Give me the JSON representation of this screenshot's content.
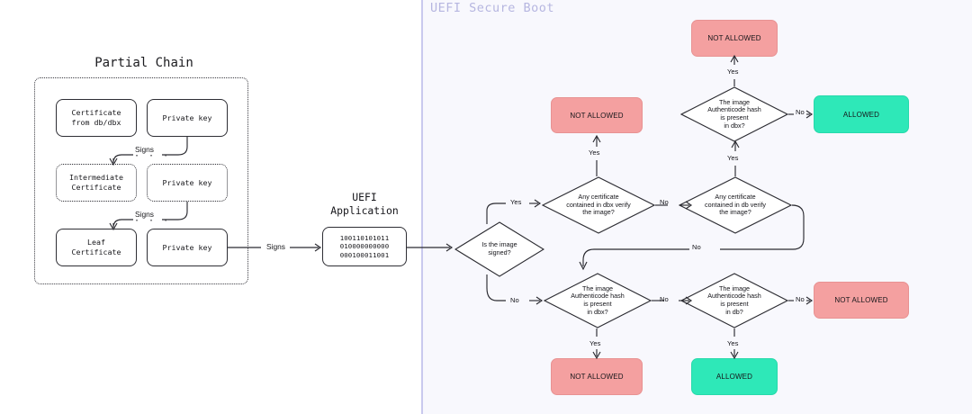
{
  "left_panel": {
    "title": "Partial Chain",
    "rows": [
      {
        "certificate": "Certificate\nfrom db/dbx",
        "private_key": "Private key",
        "style": "solid"
      },
      {
        "certificate": "Intermediate\nCertificate",
        "private_key": "Private key",
        "style": "dotted"
      },
      {
        "certificate": "Leaf\nCertificate",
        "private_key": "Private key",
        "style": "solid"
      }
    ],
    "signs_labels": [
      "Signs",
      "Signs"
    ],
    "ellipsis": "· · ·"
  },
  "uefi_application": {
    "title": "UEFI\nApplication",
    "binary": "100110101011\n010000000000\n000100011001",
    "signs_label": "Signs"
  },
  "right_panel": {
    "title": "UEFI Secure Boot"
  },
  "flow": {
    "decisions": {
      "signed": "Is the image\nsigned?",
      "dbx_cert": "Any certificate\ncontained in dbx  verify\nthe image?",
      "db_cert": "Any certificate\ncontained in db  verify\nthe image?",
      "hash_dbx_top": "The image\nAuthenticode hash\nis present\nin dbx?",
      "hash_dbx_bottom": "The image\nAuthenticode hash\nis present\nin dbx?",
      "hash_db_bottom": "The image\nAuthenticode hash\nis present\nin db?"
    },
    "terminals": {
      "not_allowed_dbx_cert": "NOT ALLOWED",
      "not_allowed_hash_top": "NOT ALLOWED",
      "allowed_top": "ALLOWED",
      "not_allowed_bottom_left": "NOT ALLOWED",
      "allowed_bottom": "ALLOWED",
      "not_allowed_bottom_right": "NOT ALLOWED"
    },
    "edge_labels": {
      "signed_yes": "Yes",
      "signed_no": "No",
      "dbx_cert_yes": "Yes",
      "dbx_cert_no": "No",
      "db_cert_yes": "Yes",
      "db_cert_no": "No",
      "hash_top_yes": "Yes",
      "hash_top_no": "No",
      "hash_bottom_left_yes": "Yes",
      "hash_bottom_left_no": "No",
      "hash_bottom_right_yes": "Yes",
      "hash_bottom_right_no": "No"
    }
  },
  "colors": {
    "deny": "#f4a0a0",
    "allow": "#2ee8b8",
    "panel_bg": "#f8f8fd",
    "panel_border": "#c9c9ee",
    "panel_title": "#b6b6e0",
    "stroke": "#2b2b31"
  }
}
